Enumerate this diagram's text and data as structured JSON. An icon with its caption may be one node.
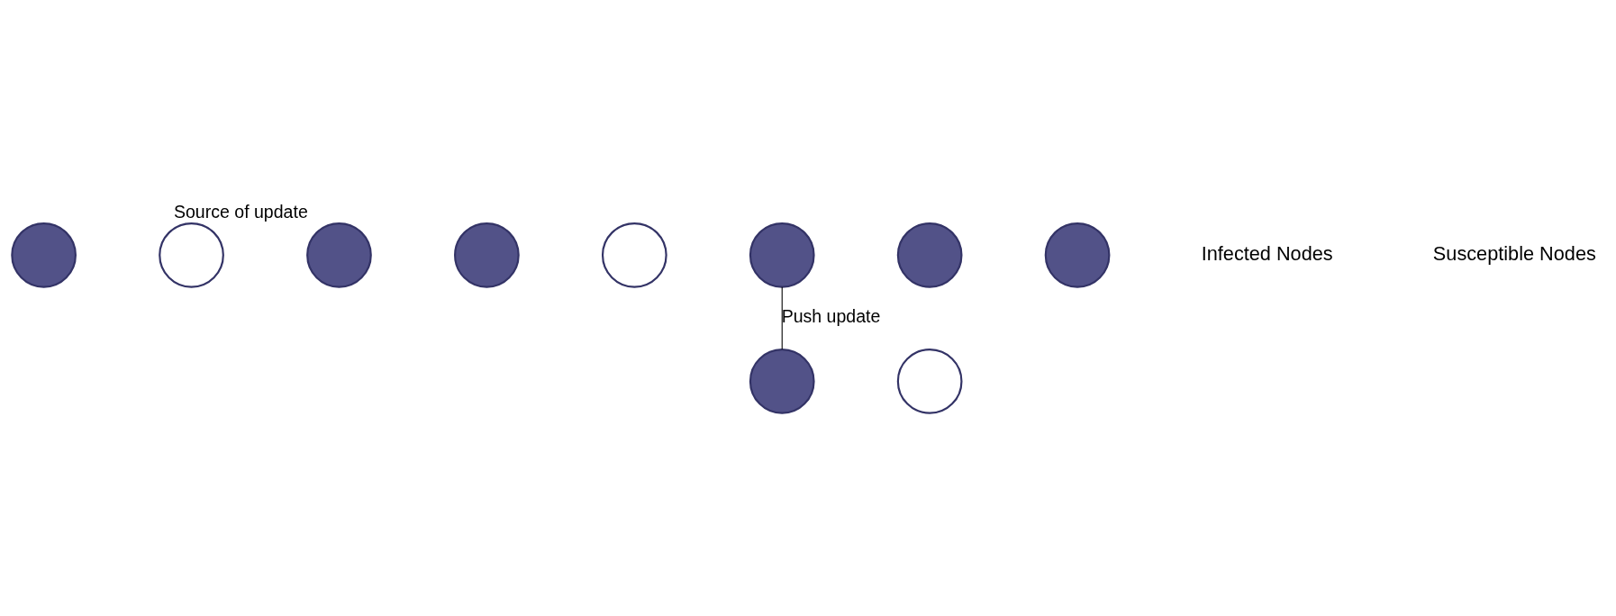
{
  "diagram": {
    "nodes": [
      {
        "text": [],
        "shape": "circle"
      },
      {
        "text": [],
        "shape": "circle"
      },
      {
        "text": [],
        "shape": "circle",
        "beside": [
          "Source of update"
        ]
      },
      {
        "text": [],
        "shape": "circle"
      },
      {
        "text": [],
        "shape": "circle"
      },
      {
        "text": [],
        "shape": "circle"
      },
      {
        "text": [],
        "shape": "circle"
      },
      {
        "text": [],
        "shape": "circle"
      },
      {
        "text": [],
        "shape": "circle"
      },
      {
        "text": [],
        "shape": "circle"
      }
    ],
    "edges": [
      {
        "from": 5,
        "to": 9,
        "arrow": "none",
        "label": "Push update"
      }
    ],
    "labels": [
      "Infected Nodes",
      "Susceptible Nodes"
    ]
  }
}
